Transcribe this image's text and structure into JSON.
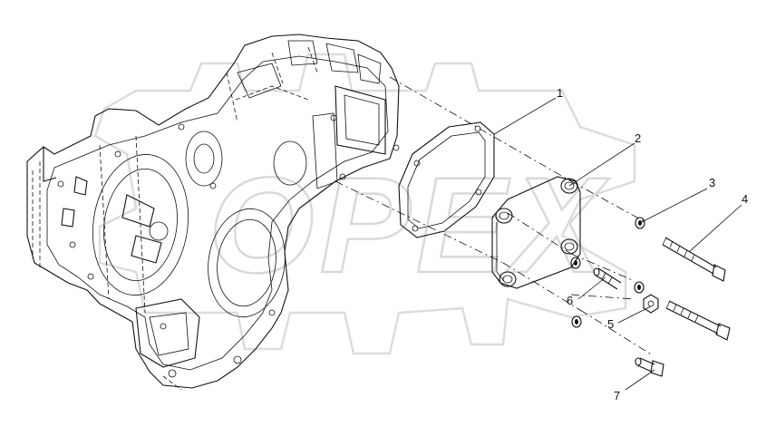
{
  "watermark": {
    "text": "OPEX"
  },
  "callouts": [
    {
      "id": "1",
      "label": "1"
    },
    {
      "id": "2",
      "label": "2"
    },
    {
      "id": "3",
      "label": "3"
    },
    {
      "id": "4",
      "label": "4"
    },
    {
      "id": "5",
      "label": "5"
    },
    {
      "id": "6",
      "label": "6"
    },
    {
      "id": "7",
      "label": "7"
    }
  ]
}
